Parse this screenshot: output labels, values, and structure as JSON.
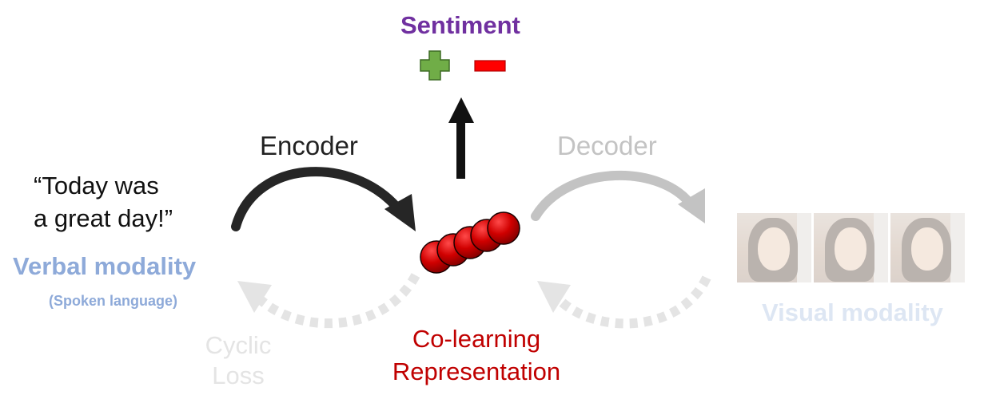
{
  "sentiment": {
    "title": "Sentiment",
    "positive_icon": "plus-icon",
    "negative_icon": "minus-icon"
  },
  "encoder": {
    "label": "Encoder"
  },
  "decoder": {
    "label": "Decoder"
  },
  "verbal": {
    "quote_line1": "“Today was",
    "quote_line2": "a great day!”",
    "title": "Verbal modality",
    "subtitle": "(Spoken language)"
  },
  "visual": {
    "title": "Visual modality",
    "frame_count": 3
  },
  "cyclic_loss": {
    "line1": "Cyclic",
    "line2": "Loss"
  },
  "representation": {
    "line1": "Co-learning",
    "line2": "Representation",
    "node_count": 5
  },
  "colors": {
    "sentiment": "#7030a0",
    "encoder_arrow": "#262626",
    "decoder_arrow": "#c3c3c3",
    "cyclic_arrow": "#e4e4e4",
    "verbal": "#8eaad9",
    "visual": "#dde6f3",
    "representation_text": "#c00000",
    "node": "#d00000",
    "plus": "#70ad47",
    "minus": "#ff0000"
  }
}
